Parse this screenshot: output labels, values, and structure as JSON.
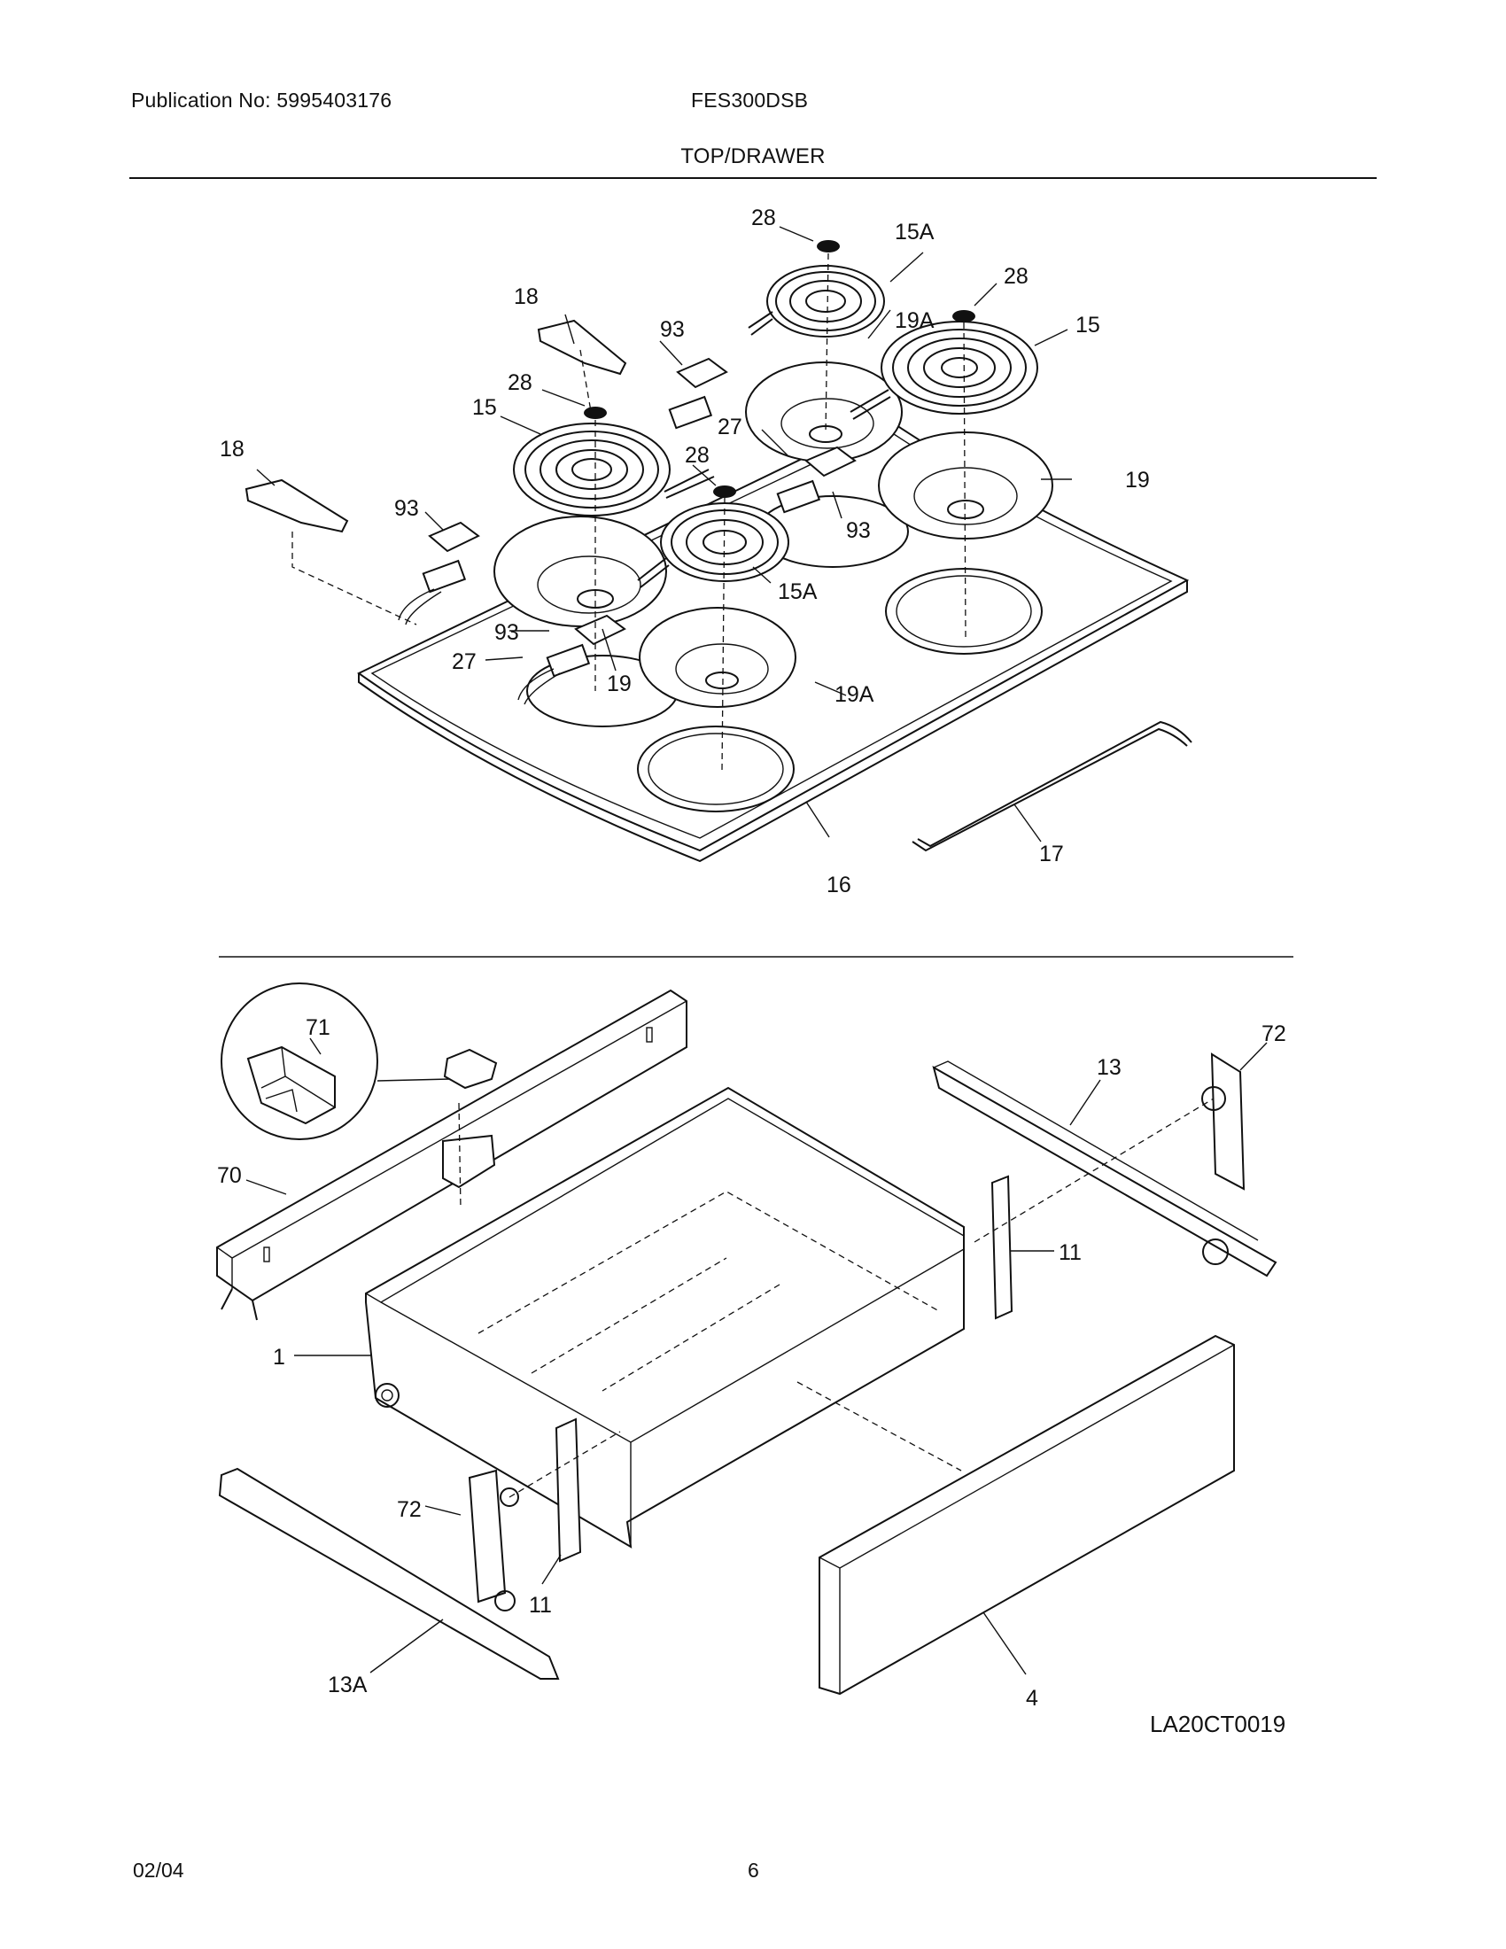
{
  "header": {
    "publication": "Publication No: 5995403176",
    "model": "FES300DSB",
    "section": "TOP/DRAWER"
  },
  "top_callouts": {
    "c28a": "28",
    "c15a_a": "15A",
    "c28b": "28",
    "c18a": "18",
    "c93a": "93",
    "c19a_a": "19A",
    "c15a": "15",
    "c28c": "28",
    "c15b": "15",
    "c27a": "27",
    "c28d": "28",
    "c18b": "18",
    "c19a": "19",
    "c93b": "93",
    "c93c": "93",
    "c15a_b": "15A",
    "c93d": "93",
    "c27b": "27",
    "c19b": "19",
    "c19a_b": "19A",
    "c17": "17",
    "c16": "16"
  },
  "drawer_callouts": {
    "c71": "71",
    "c72a": "72",
    "c13": "13",
    "c70": "70",
    "c11a": "11",
    "c1": "1",
    "c72b": "72",
    "c11b": "11",
    "c13a": "13A",
    "c4": "4"
  },
  "diagram_code": "LA20CT0019",
  "footer": {
    "date": "02/04",
    "page": "6"
  },
  "icons": [
    "coil-element",
    "drip-bowl",
    "terminal-block",
    "bracket",
    "drawer",
    "drawer-glide",
    "drawer-panel",
    "roller"
  ]
}
